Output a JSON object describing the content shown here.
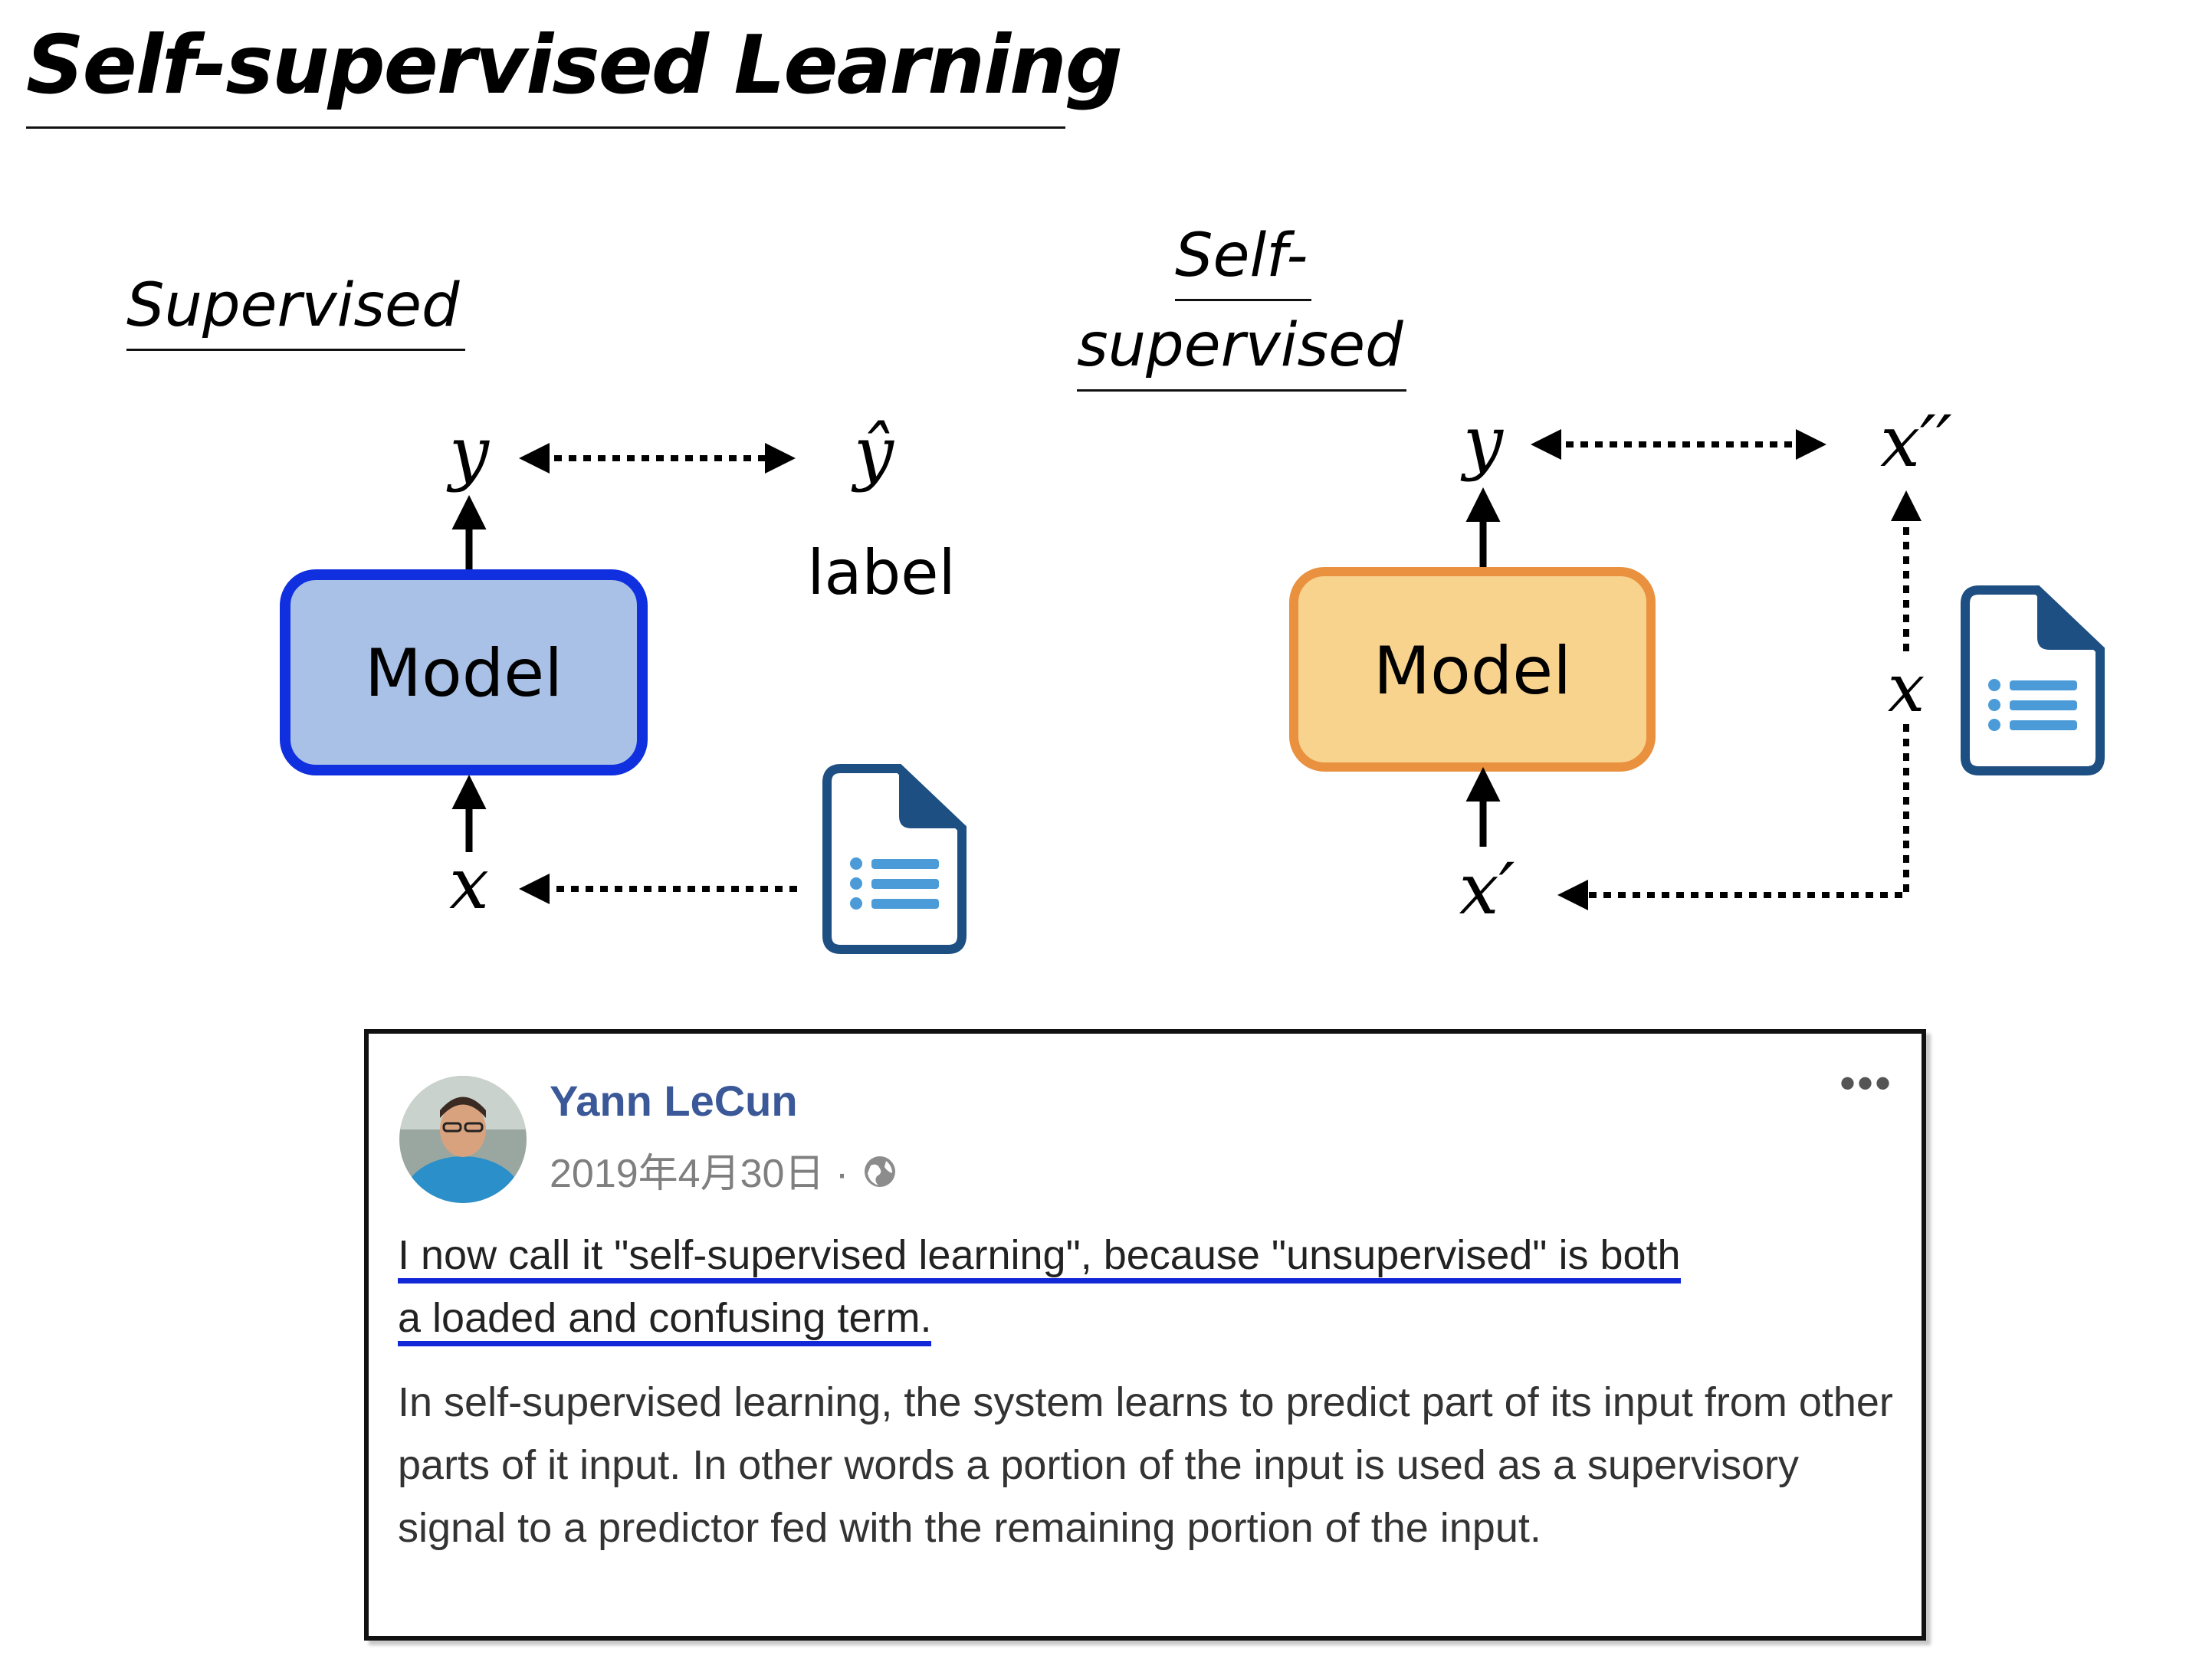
{
  "slide": {
    "title": "Self-supervised Learning"
  },
  "supervised": {
    "heading": "Supervised",
    "output": "y",
    "label_symbol": "ŷ",
    "label_text": "label",
    "model": "Model",
    "input": "x"
  },
  "self_supervised": {
    "heading_line1": "Self-",
    "heading_line2": "supervised",
    "output": "y",
    "target": "x′′",
    "model": "Model",
    "input": "x′",
    "source": "x"
  },
  "colors": {
    "supervised_box_fill": "#a9c1e6",
    "supervised_box_border": "#1030e0",
    "self_box_fill": "#f8d38e",
    "self_box_border": "#e9913e",
    "doc_icon": "#1d4f82",
    "doc_lines": "#4a9bd8",
    "author": "#3b5998",
    "underline": "#1227d8"
  },
  "post": {
    "author": "Yann LeCun",
    "date": "2019年4月30日 ·",
    "menu": "•••",
    "quote_line1": "I now call it \"self-supervised learning\", because \"unsupervised\" is both",
    "quote_line2": "a loaded and confusing term.",
    "body": "In self-supervised learning, the system learns to predict part of its input from other parts of it input. In other words a portion of the input is used as a supervisory signal to a predictor fed with the remaining portion of the input."
  }
}
